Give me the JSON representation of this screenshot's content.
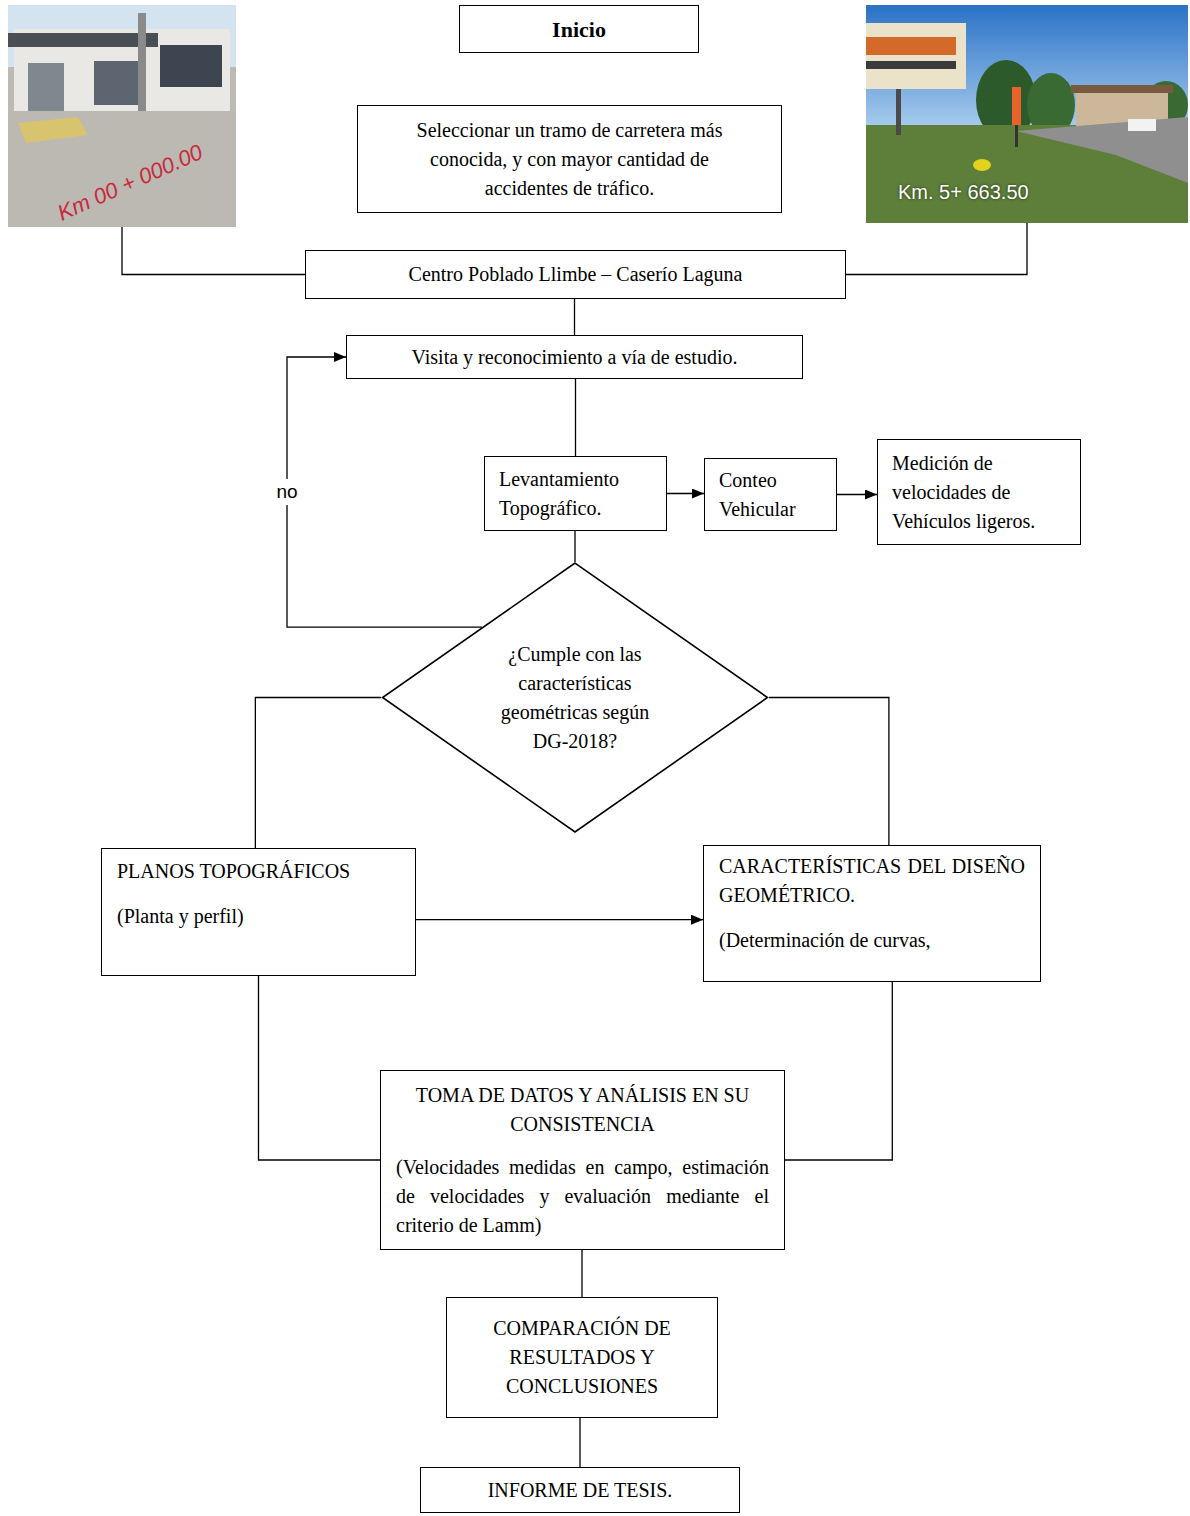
{
  "diagram": {
    "nodes": [
      {
        "text": [
          "Km 00 + 000.00"
        ]
      },
      {
        "text": [
          "Inicio"
        ]
      },
      {
        "text": [
          "Km. 5+ 663.50"
        ]
      },
      {
        "text": [
          "Seleccionar un tramo de carretera más conocida, y con mayor cantidad de accidentes de tráfico."
        ]
      },
      {
        "text": [
          "Centro Poblado Llimbe – Caserío Laguna"
        ]
      },
      {
        "text": [
          "Visita y reconocimiento a vía de estudio."
        ]
      },
      {
        "text": [
          "Levantamiento Topográfico."
        ]
      },
      {
        "text": [
          "Conteo Vehicular"
        ]
      },
      {
        "text": [
          "Medición de velocidades de Vehículos ligeros."
        ]
      },
      {
        "text": [
          "¿Cumple con las características geométricas según DG-2018?"
        ]
      },
      {
        "text": [
          "PLANOS TOPOGRÁFICOS",
          "(Planta y perfil)"
        ]
      },
      {
        "text": [
          "CARACTERÍSTICAS DEL DISEÑO GEOMÉTRICO.",
          "(Determinación de curvas,"
        ]
      },
      {
        "text": [
          "TOMA DE DATOS Y ANÁLISIS EN SU CONSISTENCIA",
          "(Velocidades medidas en campo, estimación de velocidades y evaluación mediante el criterio de Lamm)"
        ]
      },
      {
        "text": [
          "COMPARACIÓN DE RESULTADOS Y CONCLUSIONES"
        ]
      },
      {
        "text": [
          "INFORME DE TESIS."
        ]
      }
    ],
    "edges": [
      {
        "from": 0,
        "to": 4,
        "arrow": "none"
      },
      {
        "from": 2,
        "to": 4,
        "arrow": "none"
      },
      {
        "from": 4,
        "to": 5,
        "arrow": "none"
      },
      {
        "from": 5,
        "to": 6,
        "arrow": "none"
      },
      {
        "from": 6,
        "to": 7,
        "arrow": "to"
      },
      {
        "from": 7,
        "to": 8,
        "arrow": "to"
      },
      {
        "from": 6,
        "to": 9,
        "arrow": "none"
      },
      {
        "from": 9,
        "to": 5,
        "label": "no",
        "arrow": "to"
      },
      {
        "from": 9,
        "to": 10,
        "arrow": "none"
      },
      {
        "from": 9,
        "to": 11,
        "arrow": "none"
      },
      {
        "from": 10,
        "to": 11,
        "arrow": "to"
      },
      {
        "from": 10,
        "to": 12,
        "arrow": "none"
      },
      {
        "from": 11,
        "to": 12,
        "arrow": "none"
      },
      {
        "from": 12,
        "to": 13,
        "arrow": "none"
      },
      {
        "from": 13,
        "to": 14,
        "arrow": "none"
      }
    ]
  }
}
